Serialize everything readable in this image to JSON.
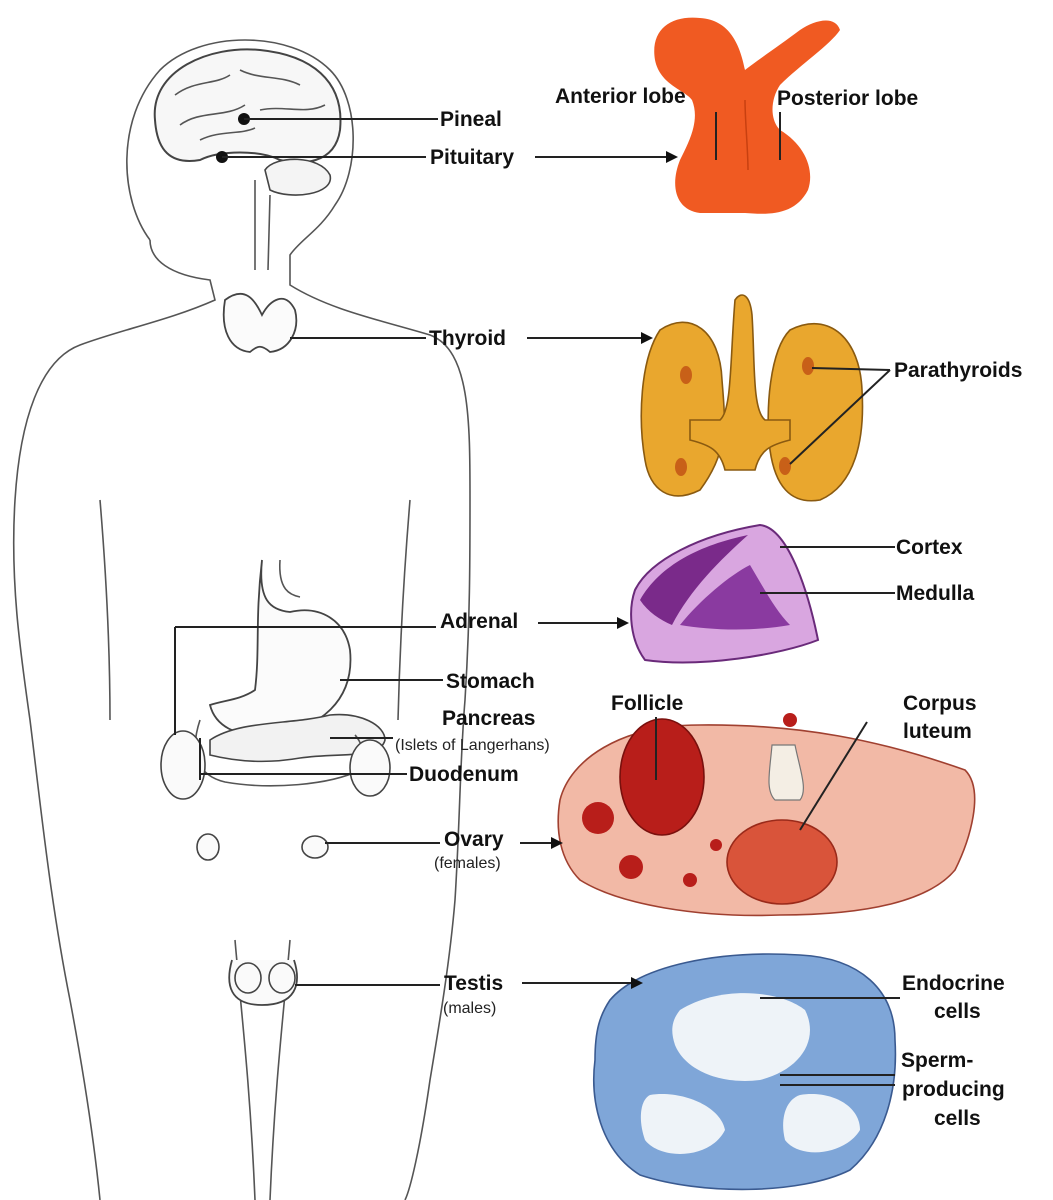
{
  "labels": {
    "pineal": "Pineal",
    "pituitary": "Pituitary",
    "anterior_lobe": "Anterior lobe",
    "posterior_lobe": "Posterior lobe",
    "thyroid": "Thyroid",
    "parathyroids": "Parathyroids",
    "cortex": "Cortex",
    "medulla": "Medulla",
    "adrenal": "Adrenal",
    "stomach": "Stomach",
    "pancreas": "Pancreas",
    "islets": "(Islets of Langerhans)",
    "duodenum": "Duodenum",
    "follicle": "Follicle",
    "corpus_line1": "Corpus",
    "corpus_line2": "luteum",
    "ovary": "Ovary",
    "ovary_sub": "(females)",
    "testis": "Testis",
    "testis_sub": "(males)",
    "endocrine_line1": "Endocrine",
    "endocrine_line2": "cells",
    "sperm_line1": "Sperm-",
    "sperm_line2": "producing",
    "sperm_line3": "cells"
  },
  "colors": {
    "pituitary": "#f05a22",
    "thyroid": "#e9a72e",
    "adrenal_cortex": "#d9a6e0",
    "adrenal_medulla": "#8a3aa0",
    "ovary": "#f2b9a6",
    "follicle": "#b81e1a",
    "corpus_luteum": "#d9543a",
    "testis": "#7fa6d8"
  }
}
